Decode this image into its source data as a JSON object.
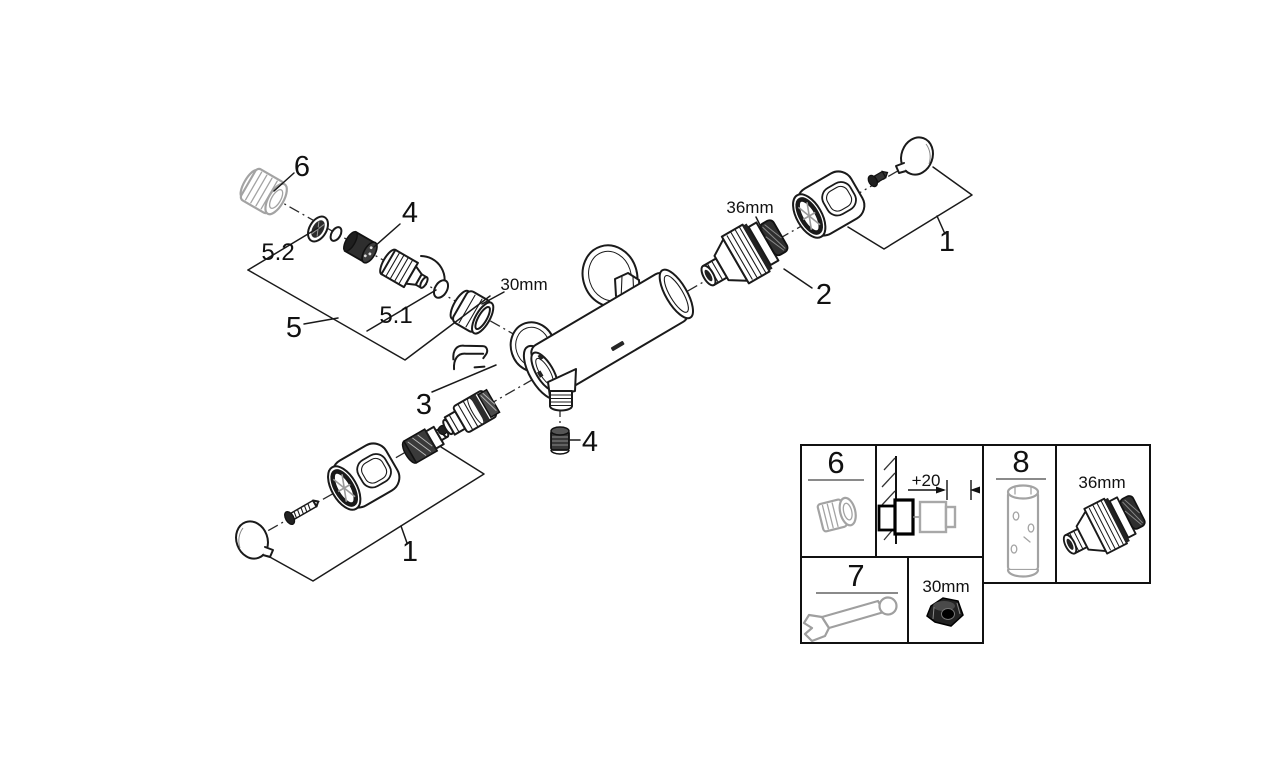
{
  "figure": {
    "type": "exploded-parts-diagram",
    "subject": "thermostatic shower mixer",
    "background_color": "#ffffff",
    "line_color": "#1a1a1a",
    "gray_part_color": "#a3a3a3"
  },
  "callouts": {
    "cap_plug": "6",
    "inlet_filter_seal": "5.2",
    "adapter_top": "4",
    "check_valve_group": "5",
    "check_valve": "5.1",
    "union_nut_size": "30mm",
    "diverter_group": "3",
    "outlet_check_valve": "4",
    "cartridge_size": "36mm",
    "thermostat_cartridge": "2",
    "handle_assembly_right": "1",
    "handle_assembly_left": "1"
  },
  "legend": {
    "cell_6": {
      "label": "6",
      "icon": "extension-adapter-icon"
    },
    "cell_plus20": {
      "label": "+20",
      "icon": "wall-extension-dimension-diagram"
    },
    "cell_7": {
      "label": "7",
      "icon": "open-end-wrench-icon"
    },
    "cell_30mm": {
      "label": "30mm",
      "icon": "hex-nut-icon"
    },
    "cell_8": {
      "label": "8",
      "icon": "socket-sleeve-tool-icon"
    },
    "cell_36mm": {
      "label": "36mm",
      "icon": "thermostat-cartridge-icon"
    }
  }
}
